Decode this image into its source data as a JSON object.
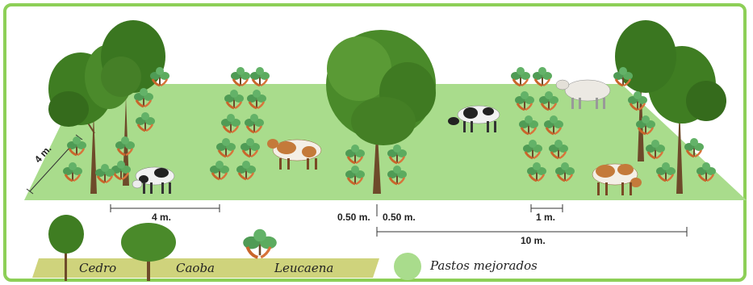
{
  "dimensions": {
    "side_depth": "4 m.",
    "tree_row_spacing": "4 m.",
    "pasture_strip_left": "0.50 m.",
    "pasture_strip_right": "0.50 m.",
    "leucaena_spacing": "1 m.",
    "alley_width": "10 m."
  },
  "legend": {
    "items": [
      {
        "label": "Cedro",
        "icon": "cedro-tree-icon"
      },
      {
        "label": "Caoba",
        "icon": "caoba-tree-icon"
      },
      {
        "label": "Leucaena",
        "icon": "leucaena-shrub-icon"
      },
      {
        "label": "Pastos mejorados",
        "icon": "pasture-circle-icon"
      }
    ]
  },
  "colors": {
    "frame": "#8dcf57",
    "pasture": "#a9dc8c",
    "legend_band": "#cfd37c",
    "tree_foliage": "#3f7d22",
    "leucaena_leaf": "#4f9b55",
    "leucaena_pod": "#c9652b"
  }
}
